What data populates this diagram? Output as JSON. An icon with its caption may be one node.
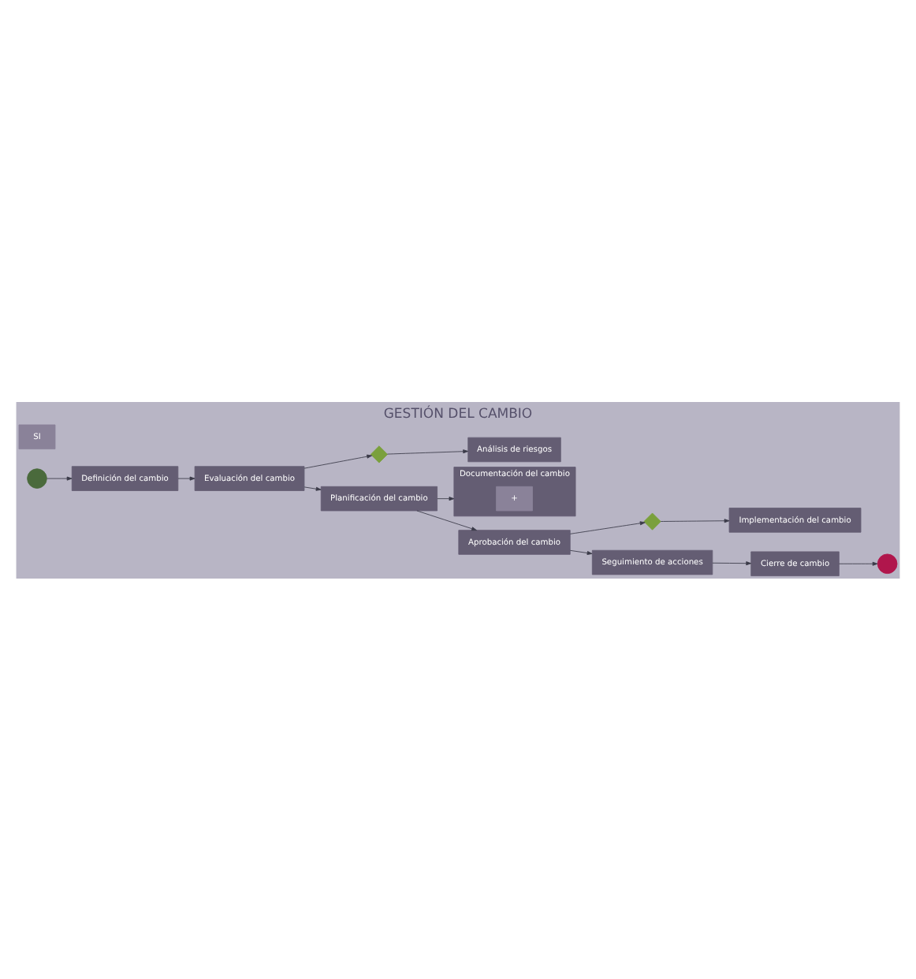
{
  "diagram": {
    "title": "GESTIÓN DEL CAMBIO",
    "nodes": [
      {
        "text": [],
        "shape": "circle"
      },
      {
        "text": [
          "Definición del cambio"
        ]
      },
      {
        "text": [
          "Evaluación del cambio"
        ]
      },
      {
        "text": [],
        "shape": "diamond"
      },
      {
        "text": [
          "Análisis de riesgos"
        ]
      },
      {
        "text": [
          "Planificación del cambio"
        ]
      },
      {
        "text": [
          "Documentación del cambio"
        ]
      },
      {
        "text": [
          "+"
        ],
        "in": 6
      },
      {
        "text": [
          "Aprobación del cambio"
        ]
      },
      {
        "text": [
          "SI"
        ]
      },
      {
        "text": [],
        "shape": "diamond"
      },
      {
        "text": [
          "Implementación del cambio"
        ]
      },
      {
        "text": [
          "Seguimiento de acciones"
        ]
      },
      {
        "text": [
          "Cierre de cambio"
        ]
      },
      {
        "text": [],
        "shape": "circle"
      }
    ],
    "edges": [
      {
        "from": 0,
        "to": 1,
        "arrow": "to"
      },
      {
        "from": 1,
        "to": 2,
        "arrow": "to"
      },
      {
        "from": 2,
        "to": 3,
        "arrow": "to"
      },
      {
        "from": 3,
        "to": 4,
        "arrow": "to"
      },
      {
        "from": 2,
        "to": 5,
        "arrow": "to"
      },
      {
        "from": 5,
        "to": 6,
        "arrow": "to"
      },
      {
        "from": 5,
        "to": 8,
        "arrow": "to"
      },
      {
        "from": 8,
        "to": 10,
        "arrow": "to"
      },
      {
        "from": 10,
        "to": 11,
        "arrow": "to"
      },
      {
        "from": 8,
        "to": 12,
        "arrow": "to"
      },
      {
        "from": 12,
        "to": 13,
        "arrow": "to"
      },
      {
        "from": 13,
        "to": 14,
        "arrow": "to"
      }
    ]
  }
}
